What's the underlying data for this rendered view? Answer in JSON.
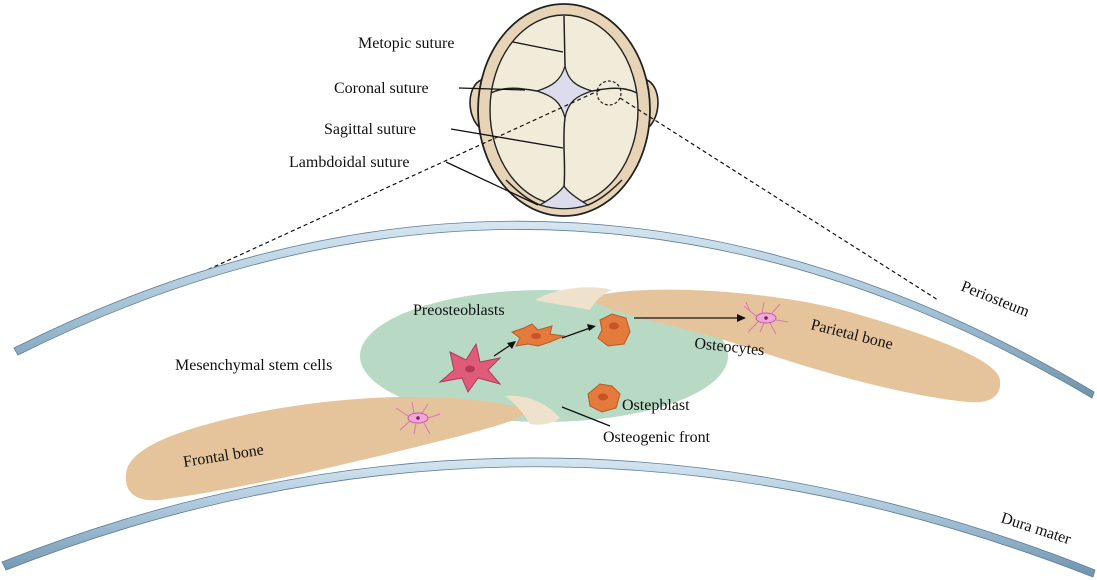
{
  "skull_labels": {
    "metopic": "Metopic suture",
    "coronal": "Coronal suture",
    "sagittal": "Sagittal suture",
    "lambdoidal": "Lambdoidal suture"
  },
  "tissue_labels": {
    "periosteum": "Periosteum",
    "dura_mater": "Dura mater",
    "parietal_bone": "Parietal bone",
    "frontal_bone": "Frontal bone"
  },
  "cell_labels": {
    "preosteoblasts": "Preosteoblasts",
    "mesenchymal": "Mesenchymal stem cells",
    "osteocytes": "Osteocytes",
    "osteoblast": "Ostepblast",
    "osteogenic_front": "Osteogenic front"
  },
  "colors": {
    "skull_rim": "#e7d3b6",
    "skull_plate": "#f1ecd9",
    "fontanelle": "#dcdcec",
    "membrane": "#a9c7db",
    "bone": "#e5c49b",
    "suture_mesenchyme": "#b8d9c4",
    "stem_cell": "#e05a7a",
    "osteoblast": "#e47a3c",
    "osteocyte": "#e89ad0"
  }
}
